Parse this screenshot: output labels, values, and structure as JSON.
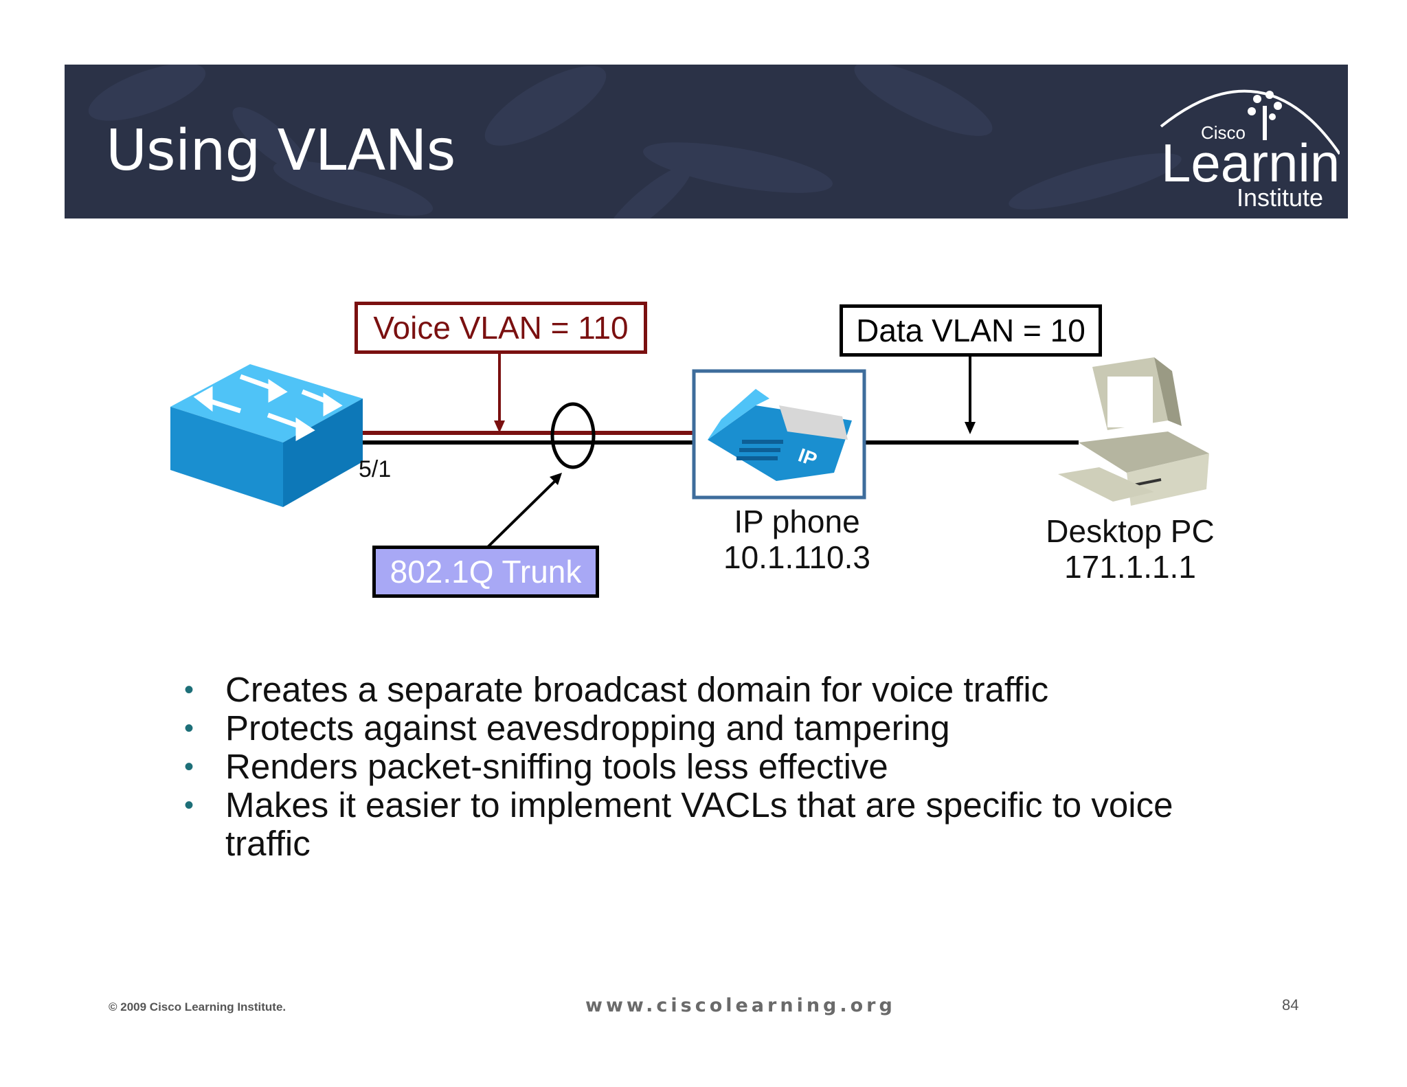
{
  "slide": {
    "title": "Using VLANs",
    "logo_text": {
      "brand": "Cisco",
      "main": "Learning",
      "sub": "Institute"
    }
  },
  "diagram": {
    "voice_vlan_label": "Voice VLAN = 110",
    "data_vlan_label": "Data VLAN = 10",
    "trunk_label": "802.1Q Trunk",
    "port_label": "5/1",
    "phone": {
      "name": "IP phone",
      "ip": "10.1.110.3",
      "badge": "IP"
    },
    "pc": {
      "name": "Desktop PC",
      "ip": "171.1.1.1"
    },
    "colors": {
      "voice": "#7a1010",
      "data": "#000000",
      "trunk_fill": "#a8a8f5",
      "switch": "#1aa0e0"
    }
  },
  "bullets": [
    "Creates a separate broadcast domain for voice traffic",
    "Protects against eavesdropping and tampering",
    "Renders packet-sniffing tools less effective",
    "Makes it easier to implement VACLs that are specific to voice traffic"
  ],
  "footer": {
    "copyright": "© 2009 Cisco Learning Institute.",
    "url": "www.ciscolearning.org",
    "page_number": "84"
  }
}
